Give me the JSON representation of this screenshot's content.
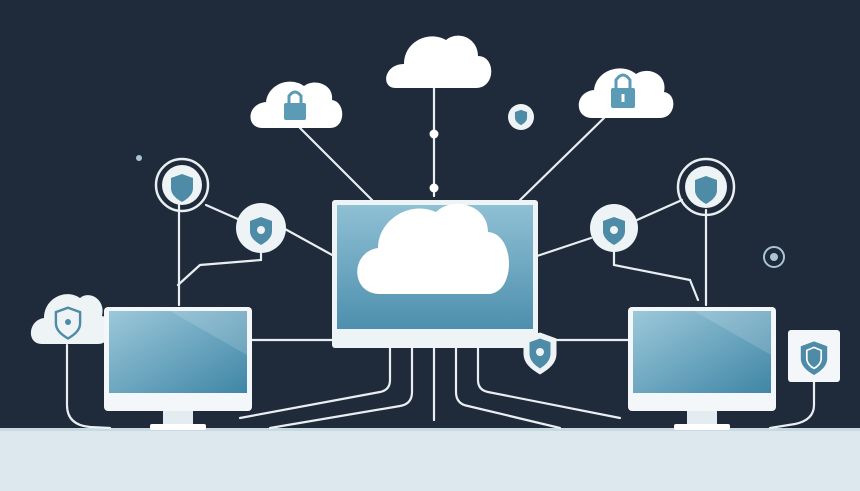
{
  "colors": {
    "background": "#1f2a3a",
    "floor": "#dde8ee",
    "line": "#e9eef2",
    "cloud": "#ffffff",
    "screen_accent": "#5b9bb6",
    "shield": "#4e8ba7",
    "badge_fill": "#eef3f6"
  },
  "scene": {
    "type": "cloud network security illustration",
    "elements": [
      "central-monitor-with-cloud",
      "left-monitor",
      "right-monitor",
      "top-cloud",
      "lock-cloud-left",
      "lock-cloud-right",
      "shield-cloud-far-left",
      "shield-badges",
      "shield-card-right",
      "connector-lines"
    ]
  }
}
